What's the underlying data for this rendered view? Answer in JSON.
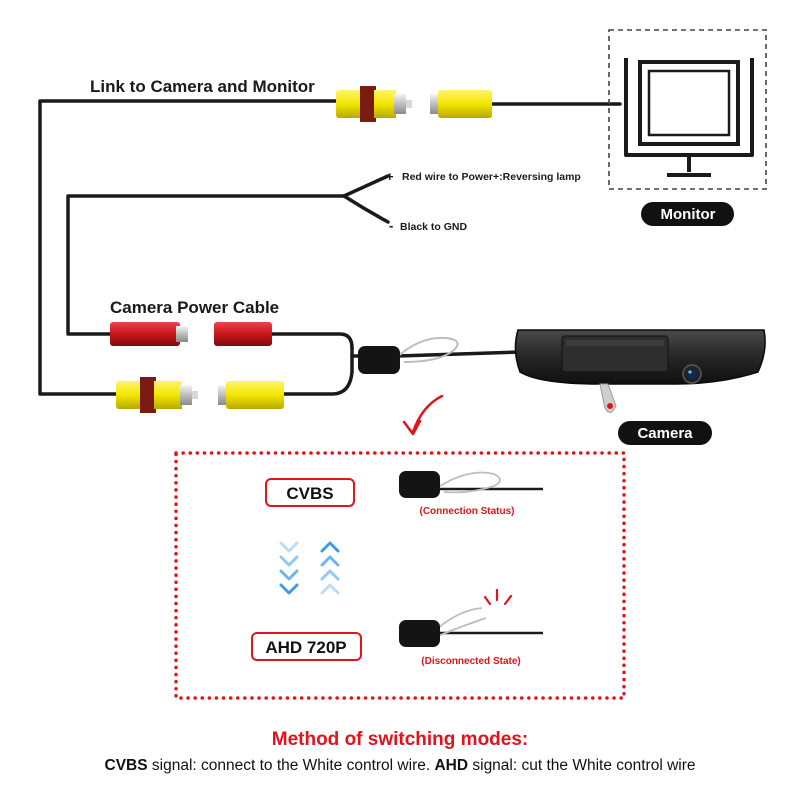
{
  "labels": {
    "link": "Link to Camera and Monitor",
    "red_wire": "Red wire to Power+:Reversing lamp",
    "black_wire": "Black to GND",
    "plus": "+",
    "minus": "-",
    "power_cable": "Camera Power Cable",
    "monitor": "Monitor",
    "camera": "Camera"
  },
  "modes": {
    "cvbs": {
      "label": "CVBS",
      "status": "(Connection Status)"
    },
    "ahd": {
      "label": "AHD 720P",
      "status": "(Disconnected State)"
    }
  },
  "footer": {
    "title": "Method of switching modes:",
    "cvbs_term": "CVBS",
    "cvbs_text": " signal: connect to the White control wire. ",
    "ahd_term": "AHD",
    "ahd_text": " signal: cut the White control wire"
  },
  "colors": {
    "accent_red": "#e0141b",
    "rca_yellow": "#f2e600",
    "rca_band": "#7a1b12",
    "power_red": "#c8141a",
    "cable": "#1a1a1a",
    "chevron_blue": "#3d9be9"
  }
}
